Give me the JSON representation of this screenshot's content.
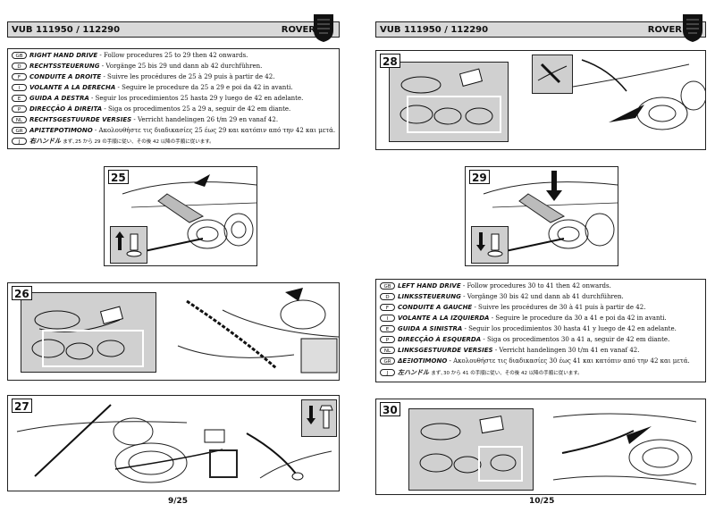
{
  "left_page": {
    "header": {
      "code": "VUB 111950 / 112290",
      "brand": "ROVER"
    },
    "instructions": [
      {
        "badge": "GB",
        "name": "RIGHT HAND DRIVE",
        "text": "Follow procedures 25 to 29 then 42 onwards."
      },
      {
        "badge": "D",
        "name": "RECHTSSTEUERUNG",
        "text": "Vorgänge 25 bis 29 und dann ab 42 durchführen."
      },
      {
        "badge": "F",
        "name": "CONDUITE A DROITE",
        "text": "Suivre les procédures de 25 à 29 puis à partir de 42."
      },
      {
        "badge": "I",
        "name": "VOLANTE A LA DERECHA",
        "text": "Seguire le procedure da 25 a 29 e poi da 42 in avanti."
      },
      {
        "badge": "E",
        "name": "GUIDA A DESTRA",
        "text": "Seguir los procedimientos 25 hasta 29 y luego de 42 en adelante."
      },
      {
        "badge": "P",
        "name": "DIRECÇÃO À DIREITA",
        "text": "Siga os procedimentos 25 a 29 a, seguir de 42 em diante."
      },
      {
        "badge": "NL",
        "name": "RECHTSGESTUURDE VERSIES",
        "text": "Verricht handelingen 26 t/m 29 en vanaf 42."
      },
      {
        "badge": "GR",
        "name": "ΑΡΙΣΤΕΡΟΤΙΜΟΝΟ",
        "text": "Ακολουθήστε τις διαδικασίες 25 έως 29 και κατόπιν από την 42 και μετά."
      },
      {
        "badge": "J",
        "name": "右ハンドル",
        "text": "まず､25 から 29 の手順に従い、その後 42 以降の手順に従います。"
      }
    ],
    "steps": [
      "25",
      "26",
      "27"
    ],
    "footer": "9/25"
  },
  "right_page": {
    "header": {
      "code": "VUB 111950 / 112290",
      "brand": "ROVER"
    },
    "instructions": [
      {
        "badge": "GB",
        "name": "LEFT HAND DRIVE",
        "text": "Follow procedures 30 to 41 then 42 onwards."
      },
      {
        "badge": "D",
        "name": "LINKSSTEUERUNG",
        "text": "Vorgänge 30 bis 42 und dann ab 41 durchführen."
      },
      {
        "badge": "F",
        "name": "CONDUITE A GAUCHE",
        "text": "Suivre les procédures de 30 à 41 puis à partir de 42."
      },
      {
        "badge": "I",
        "name": "VOLANTE A LA IZQUIERDA",
        "text": "Seguire le procedure da 30 a 41 e poi da 42 in avanti."
      },
      {
        "badge": "E",
        "name": "GUIDA A SINISTRA",
        "text": "Seguir los procedimientos 30 hasta 41 y luego de 42 en adelante."
      },
      {
        "badge": "P",
        "name": "DIRECÇÃO À ESQUERDA",
        "text": "Siga os procedimentos 30 a 41 a, seguir de 42 em diante."
      },
      {
        "badge": "NL",
        "name": "LINKSGESTUURDE VERSIES",
        "text": "Verricht handelingen 30 t/m 41 en vanaf 42."
      },
      {
        "badge": "GR",
        "name": "ΔΕΞΙΟΤΙΜΟΝΟ",
        "text": "Ακολουθήστε τις διαδικασίες 30 έως 41 και κατόπιν από την 42 και μετά."
      },
      {
        "badge": "J",
        "name": "左ハンドル",
        "text": "まず､30 から 41 の手順に従い、その後 42 以降の手順に従います。"
      }
    ],
    "steps": [
      "28",
      "29",
      "30"
    ],
    "footer": "10/25"
  }
}
